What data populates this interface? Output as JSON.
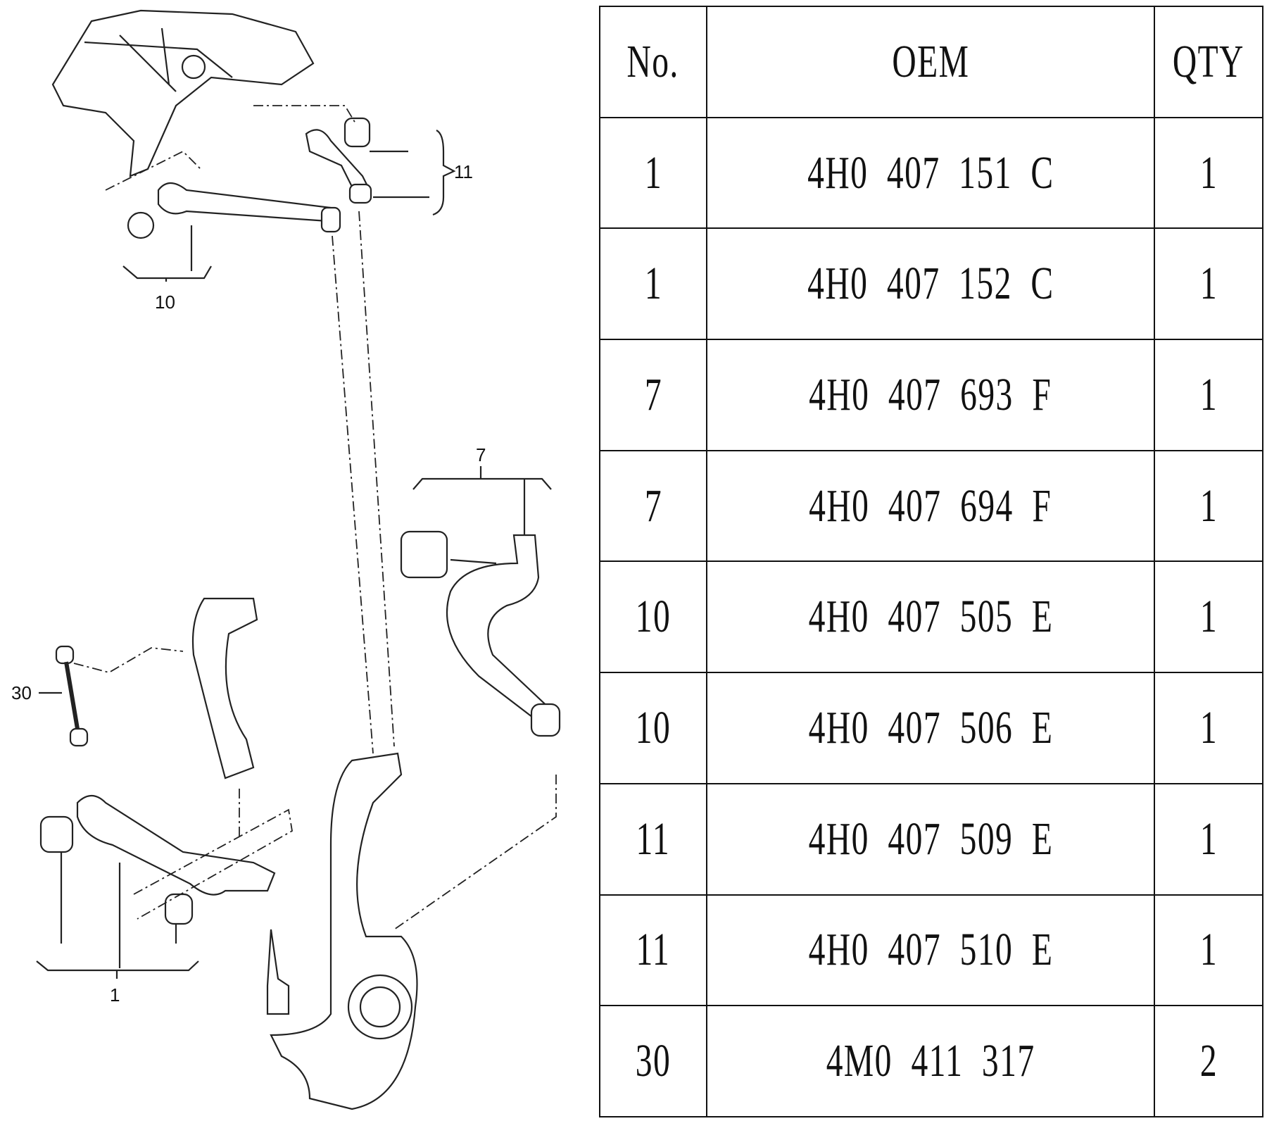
{
  "diagram": {
    "callouts": [
      "11",
      "10",
      "7",
      "30",
      "1"
    ]
  },
  "table": {
    "headers": {
      "no": "No.",
      "oem": "OEM",
      "qty": "QTY"
    },
    "rows": [
      {
        "no": "1",
        "oem": "4H0  407  151  C",
        "qty": "1"
      },
      {
        "no": "1",
        "oem": "4H0  407  152  C",
        "qty": "1"
      },
      {
        "no": "7",
        "oem": "4H0  407  693  F",
        "qty": "1"
      },
      {
        "no": "7",
        "oem": "4H0  407  694  F",
        "qty": "1"
      },
      {
        "no": "10",
        "oem": "4H0  407  505  E",
        "qty": "1"
      },
      {
        "no": "10",
        "oem": "4H0  407  506  E",
        "qty": "1"
      },
      {
        "no": "11",
        "oem": "4H0  407  509  E",
        "qty": "1"
      },
      {
        "no": "11",
        "oem": "4H0  407  510  E",
        "qty": "1"
      },
      {
        "no": "30",
        "oem": "4M0  411  317",
        "qty": "2"
      }
    ]
  }
}
